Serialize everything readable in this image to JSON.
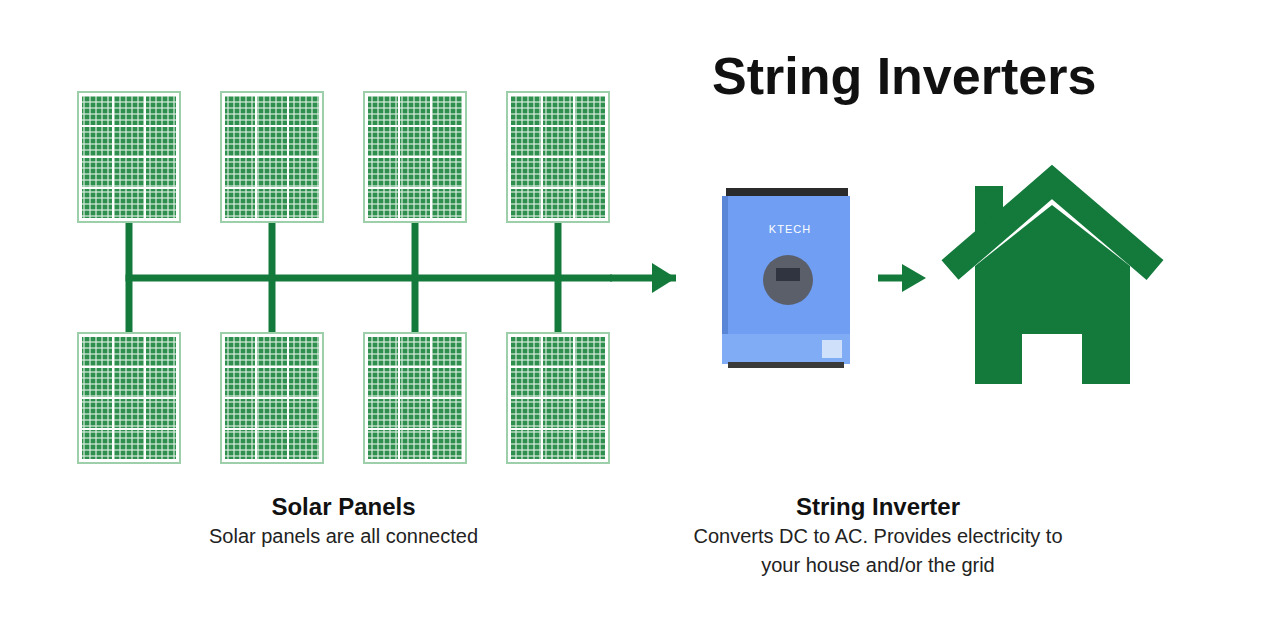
{
  "diagram": {
    "title": "String Inverters",
    "nodes": [
      {
        "text": [
          "Solar Panels",
          "Solar panels are all connected"
        ]
      },
      {
        "text": [
          "String Inverter",
          "Converts DC to AC. Provides electricity to your house and/or the grid"
        ]
      }
    ],
    "edges": [
      {
        "from": 0,
        "to": 1,
        "arrow": "to"
      }
    ],
    "labels": [
      "KTECH"
    ]
  }
}
